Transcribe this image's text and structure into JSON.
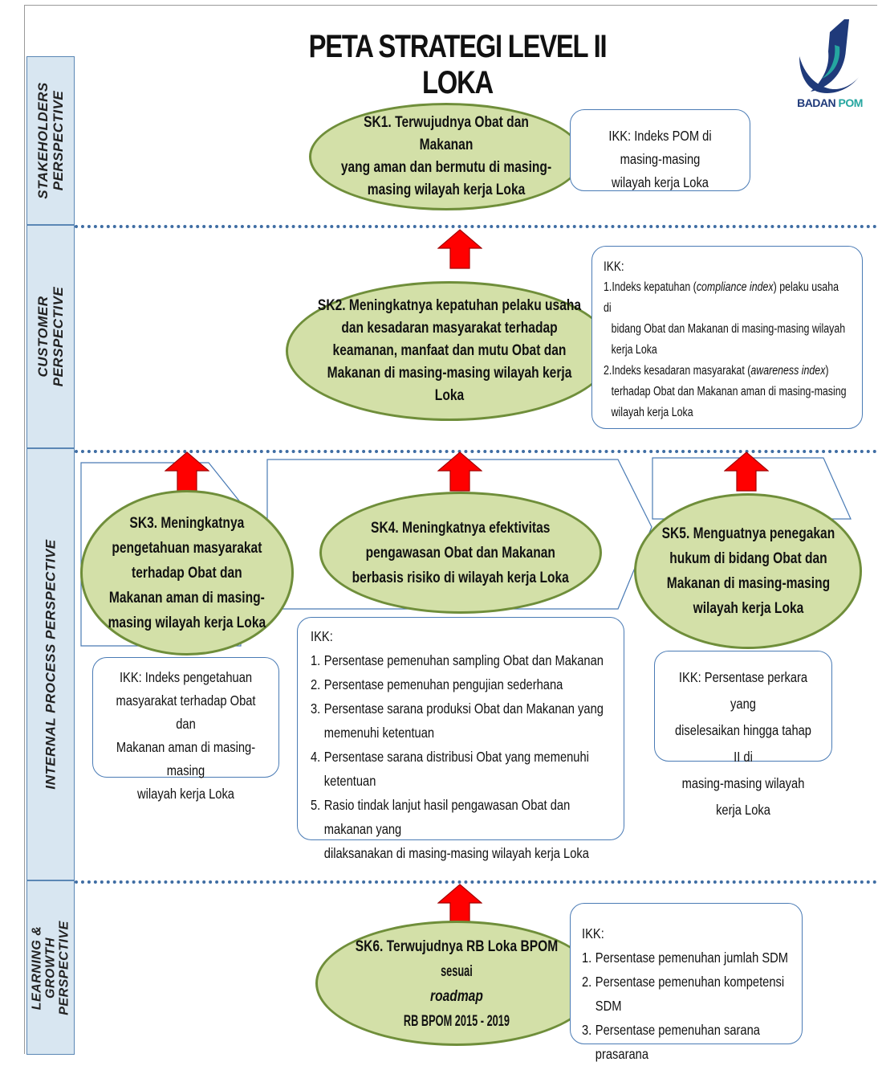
{
  "title": "PETA STRATEGI LEVEL II LOKA",
  "logo": {
    "text_part1": "BADAN",
    "text_part2": "POM"
  },
  "perspectives": [
    {
      "label_line1": "STAKEHOLDERS",
      "label_line2": "PERSPECTIVE"
    },
    {
      "label_line1": "CUSTOMER",
      "label_line2": "PERSPECTIVE"
    },
    {
      "label_line1": "INTERNAL PROCESS PERSPECTIVE",
      "label_line2": ""
    },
    {
      "label_line1": "LEARNING &",
      "label_line2": "GROWTH",
      "label_line3": "PERSPECTIVE"
    }
  ],
  "sk1": {
    "line1": "SK1. Terwujudnya Obat dan Makanan",
    "line2": "yang aman dan bermutu di masing-",
    "line3": "masing wilayah kerja Loka"
  },
  "ikk1": {
    "line1": "IKK: Indeks POM di masing-masing",
    "line2": "wilayah kerja Loka"
  },
  "sk2": {
    "line1": "SK2. Meningkatnya kepatuhan pelaku usaha",
    "line2": "dan kesadaran masyarakat terhadap",
    "line3": "keamanan, manfaat dan mutu Obat dan",
    "line4": "Makanan di masing-masing wilayah kerja Loka"
  },
  "ikk2": {
    "heading": "IKK:",
    "item1_a": "1.Indeks kepatuhan (",
    "item1_em": "compliance index",
    "item1_b": ") pelaku usaha di",
    "item1_line2": "bidang Obat dan Makanan di masing-masing wilayah",
    "item1_line3": "kerja Loka",
    "item2_a": "2.Indeks kesadaran masyarakat (",
    "item2_em": "awareness index",
    "item2_b": ")",
    "item2_line2": "terhadap Obat dan Makanan aman di masing-masing",
    "item2_line3": "wilayah kerja Loka"
  },
  "sk3": {
    "line1": "SK3. Meningkatnya",
    "line2": "pengetahuan masyarakat",
    "line3": "terhadap Obat dan",
    "line4": "Makanan aman di masing-",
    "line5": "masing wilayah kerja Loka"
  },
  "ikk3": {
    "line1": "IKK: Indeks pengetahuan",
    "line2": "masyarakat terhadap Obat dan",
    "line3": "Makanan aman di masing-masing",
    "line4": "wilayah kerja Loka"
  },
  "sk4": {
    "line1": "SK4. Meningkatnya efektivitas",
    "line2": "pengawasan Obat dan Makanan",
    "line3": "berbasis risiko di wilayah kerja Loka"
  },
  "ikk4": {
    "heading": "IKK:",
    "items": [
      {
        "n": "1.",
        "line1": "Persentase pemenuhan sampling Obat dan Makanan",
        "line2": ""
      },
      {
        "n": "2.",
        "line1": "Persentase pemenuhan pengujian sederhana",
        "line2": ""
      },
      {
        "n": "3.",
        "line1": "Persentase sarana produksi Obat dan Makanan yang",
        "line2": "memenuhi ketentuan"
      },
      {
        "n": "4.",
        "line1": "Persentase sarana distribusi Obat yang memenuhi ketentuan",
        "line2": ""
      },
      {
        "n": "5.",
        "line1": "Rasio tindak lanjut hasil pengawasan Obat dan makanan yang",
        "line2": "dilaksanakan di masing-masing wilayah kerja Loka"
      }
    ]
  },
  "sk5": {
    "line1": "SK5. Menguatnya penegakan",
    "line2": "hukum di bidang Obat dan",
    "line3": "Makanan di masing-masing",
    "line4": "wilayah kerja Loka"
  },
  "ikk5": {
    "line1": "IKK: Persentase perkara yang",
    "line2": "diselesaikan hingga tahap II di",
    "line3": "masing-masing wilayah kerja Loka"
  },
  "sk6": {
    "line1": "SK6. Terwujudnya RB Loka BPOM",
    "line2_a": "sesuai ",
    "line2_em": "roadmap",
    "line2_b": " RB BPOM 2015 - 2019"
  },
  "ikk6": {
    "heading": "IKK:",
    "items": [
      {
        "n": "1.",
        "text": "Persentase pemenuhan jumlah SDM"
      },
      {
        "n": "2.",
        "text": "Persentase pemenuhan kompetensi SDM"
      },
      {
        "n": "3.",
        "text": "Persentase pemenuhan sarana prasarana"
      }
    ]
  },
  "colors": {
    "ellipse_fill": "#d3e0a8",
    "ellipse_border": "#6f8e3a",
    "arrow": "#ff0000",
    "band_fill": "#d8e6f1",
    "divider": "#3f6da3"
  }
}
